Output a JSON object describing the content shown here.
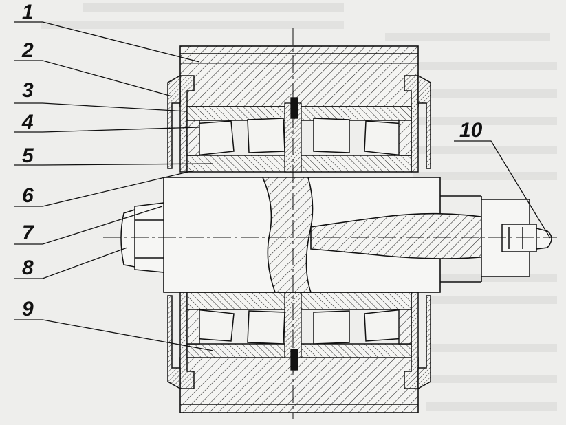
{
  "callouts": [
    "1",
    "2",
    "3",
    "4",
    "5",
    "6",
    "7",
    "8",
    "9",
    "10"
  ]
}
